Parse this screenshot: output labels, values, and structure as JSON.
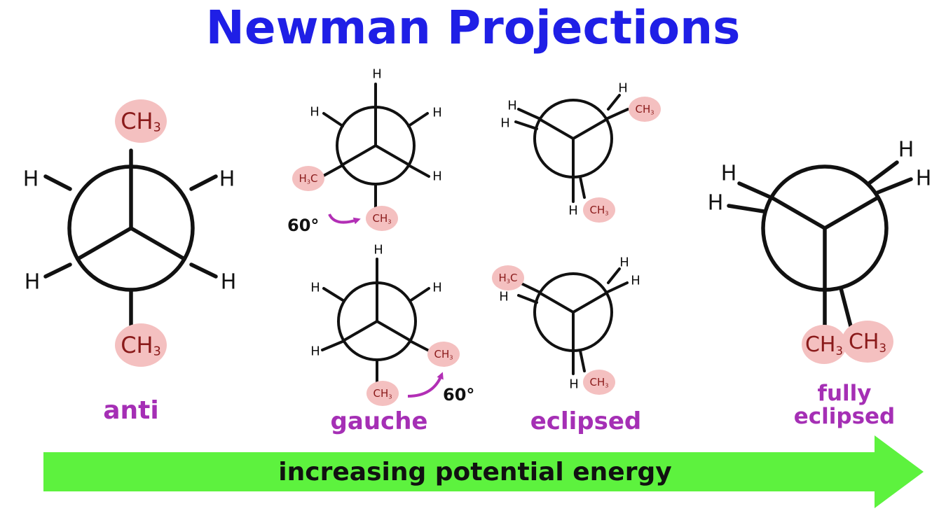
{
  "title": "Newman Projections",
  "colors": {
    "title": "#1f1fe6",
    "label": "#a52fb5",
    "bond": "#111111",
    "highlight": "#f4c0c0",
    "methyl_text": "#8a1a1a",
    "curve": "#b22fb5",
    "arrow": "#5df23e"
  },
  "atoms": {
    "h": "H",
    "ch3": "CH",
    "h3c": "H",
    "ch3_sub": "3",
    "h3c_tail": "C"
  },
  "labels": {
    "anti": "anti",
    "gauche": "gauche",
    "eclipsed": "eclipsed",
    "fully_line1": "fully",
    "fully_line2": "eclipsed"
  },
  "angle_label": "60°",
  "energy_arrow_label": "increasing potential energy"
}
